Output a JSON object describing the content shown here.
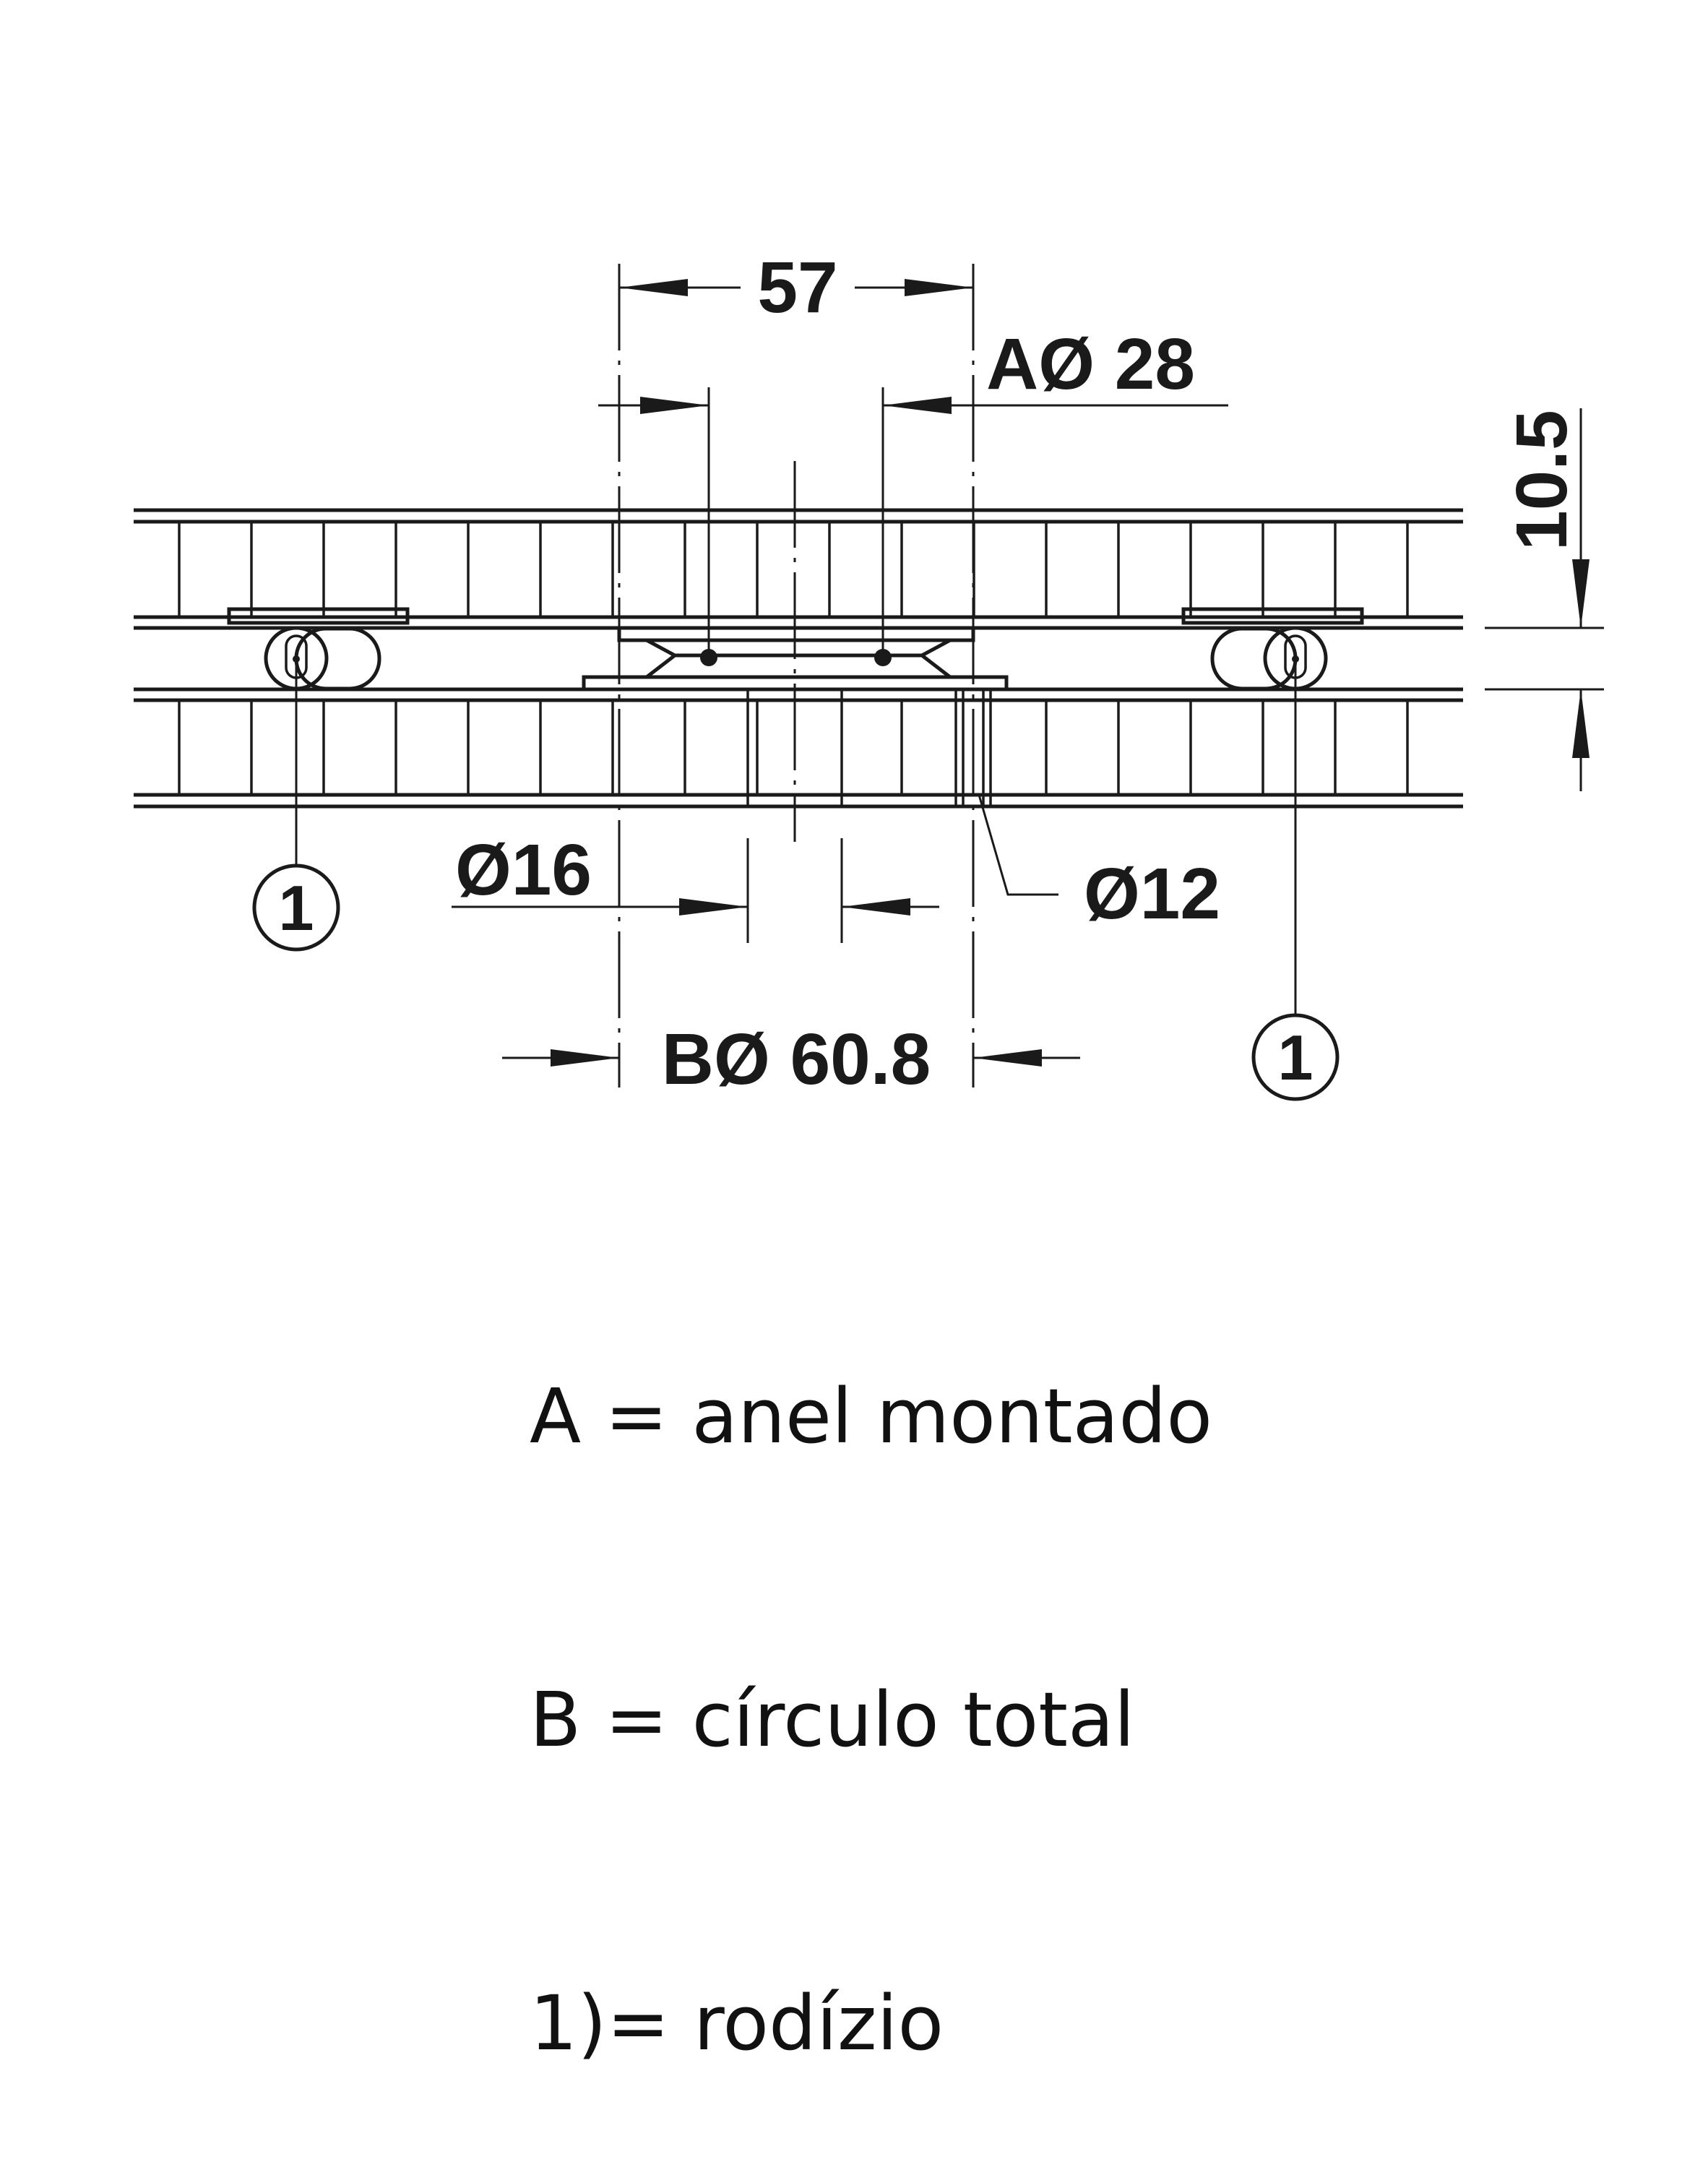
{
  "dimensions": {
    "pitch": "57",
    "ring_diameter": "AØ 28",
    "height": "10.5",
    "pin_diameter": "Ø16",
    "hole_diameter": "Ø12",
    "total_circle": "BØ 60.8"
  },
  "callouts": {
    "castor_left": "1",
    "castor_right": "1"
  },
  "legend": {
    "line_a": "A = anel montado",
    "line_b": "B = círculo total",
    "line_1": "1)= rodízio"
  },
  "colors": {
    "ink": "#1a1a1a",
    "castor_fill": "#e6e6e6"
  }
}
